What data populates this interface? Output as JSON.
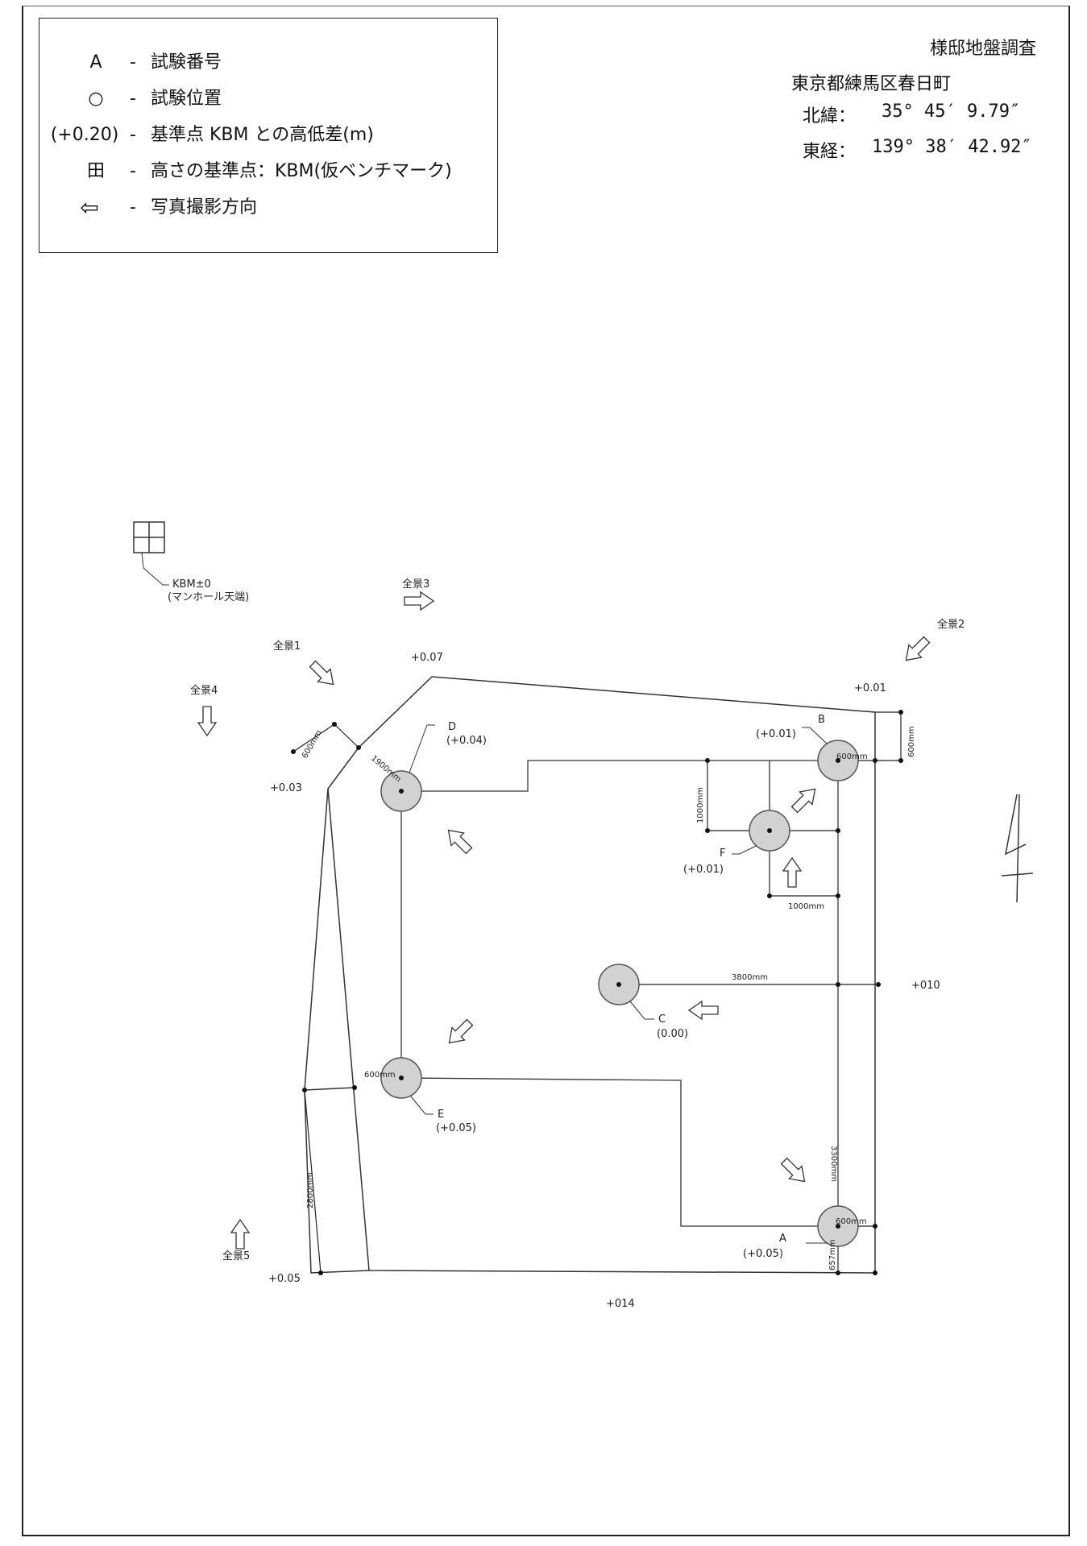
{
  "legend": {
    "items": [
      {
        "symbol": "A",
        "dash": "-",
        "text": "試験番号"
      },
      {
        "symbol": "○",
        "dash": "-",
        "text": "試験位置"
      },
      {
        "symbol": "(+0.20)",
        "dash": "-",
        "text": "基準点 KBM との高低差(m)"
      },
      {
        "symbol": "田",
        "dash": "-",
        "text": "高さの基準点：KBM(仮ベンチマーク)"
      },
      {
        "symbol": "⇦",
        "dash": "-",
        "text": "写真撮影方向"
      }
    ]
  },
  "header": {
    "survey_title": "様邸地盤調査",
    "address": "東京都練馬区春日町",
    "lat_label": "北緯：",
    "lat_value": "35° 45′  9.79″",
    "lon_label": "東経：",
    "lon_value": "139° 38′ 42.92″"
  },
  "kbm": {
    "line1": "KBM±0",
    "line2": "(マンホール天端)"
  },
  "views": {
    "v1": "全景1",
    "v2": "全景2",
    "v3": "全景3",
    "v4": "全景4",
    "v5": "全景5"
  },
  "elevations": {
    "top": "+0.07",
    "top_right": "+0.01",
    "left": "+0.03",
    "right_mid": "+010",
    "bottom_left": "+0.05",
    "bottom": "+014"
  },
  "tests": {
    "A": {
      "label": "A",
      "elev": "(+0.05)"
    },
    "B": {
      "label": "B",
      "elev": "(+0.01)"
    },
    "C": {
      "label": "C",
      "elev": "(0.00)"
    },
    "D": {
      "label": "D",
      "elev": "(+0.04)"
    },
    "E": {
      "label": "E",
      "elev": "(+0.05)"
    },
    "F": {
      "label": "F",
      "elev": "(+0.01)"
    }
  },
  "dims": {
    "d_600_left": "600mm",
    "d_1900": "1900mm",
    "d_600_b": "600mm",
    "d_600_right": "600mm",
    "d_1000_v": "1000mm",
    "d_1000_h": "1000mm",
    "d_3800": "3800mm",
    "d_600_e": "600mm",
    "d_2800": "2800mm",
    "d_3300": "3300mm",
    "d_600_a": "600mm",
    "d_657": "657mm"
  }
}
